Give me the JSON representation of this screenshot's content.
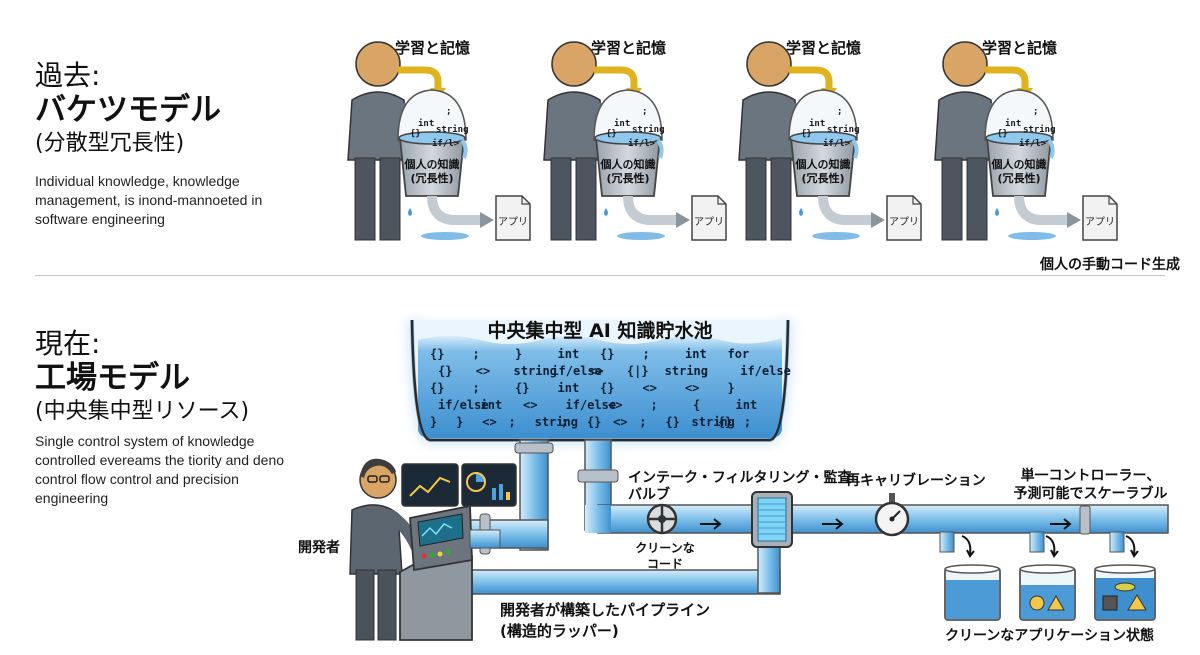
{
  "past": {
    "title_line1": "過去:",
    "title_line2": "バケツモデル",
    "title_line3": "(分散型冗長性)",
    "description": "Individual knowledge, knowledge management, is inond-mannoeted in software engineering",
    "bucket_top_label": "学習と記憶",
    "bucket_label": "個人の知識\n(冗長性)",
    "bucket_code": [
      "int",
      ";",
      "string",
      "{}",
      "if/l>"
    ],
    "app_label": "アプリ",
    "caption": "個人の手動コード生成"
  },
  "present": {
    "title_line1": "現在:",
    "title_line2": "工場モデル",
    "title_line3": "(中央集中型リソース)",
    "description": "Single control system of knowledge controlled evereams the tiority and deno control flow control and precision engineering",
    "reservoir_title": "中央集中型 AI 知識貯水池",
    "reservoir_code": [
      [
        "{}",
        ";",
        "}",
        "int",
        "{}",
        ";",
        "int",
        "for"
      ],
      [
        "{}",
        "<>",
        "string",
        "if/else",
        "<>",
        "{|}",
        "string",
        ";",
        "if/else"
      ],
      [
        "{}",
        ";",
        "{}",
        "int",
        "{}",
        "<>",
        "<>",
        "}"
      ],
      [
        "if/else",
        "int",
        "<>",
        "if/else",
        "<>",
        ";",
        "{",
        "int"
      ],
      [
        "}",
        "}",
        "<>",
        ";",
        "string",
        ";",
        "{}",
        "<>",
        ";",
        "{}",
        "string",
        "{}",
        ";"
      ]
    ],
    "developer_label": "開発者",
    "valve_label": "インテーク・フィルタリング・監査\nバルブ",
    "clean_code_label": "クリーンな\nコード",
    "recalibration_label": "再キャリブレーション",
    "controller_label": "単一コントローラー、\n予測可能でスケーラブル",
    "pipeline_label": "開発者が構築したパイプライン\n(構造的ラッパー)",
    "app_state_label": "クリーンなアプリケーション状態"
  }
}
